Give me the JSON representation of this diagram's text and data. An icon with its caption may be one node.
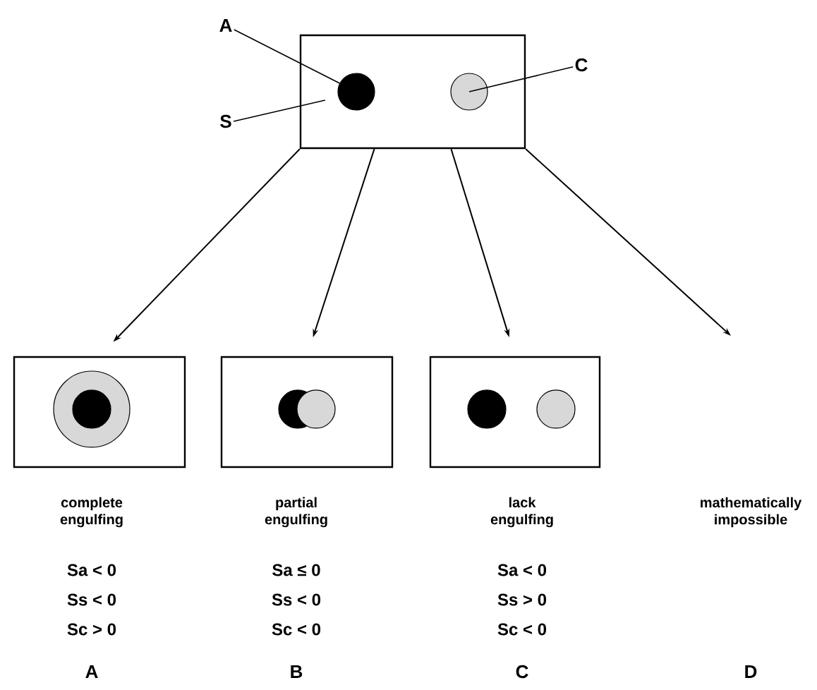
{
  "diagram": {
    "nodes": [
      {
        "text": [],
        "shape": "box"
      },
      {
        "text": [],
        "shape": "circle",
        "in": 0
      },
      {
        "text": [],
        "shape": "circle",
        "in": 0
      },
      {
        "text": [
          "A"
        ]
      },
      {
        "text": [
          "C"
        ]
      },
      {
        "text": [
          "S"
        ]
      },
      {
        "text": [],
        "shape": "box",
        "beside": [
          "complete engulfing",
          "Sa < 0",
          "Ss < 0",
          "Sc > 0",
          "A"
        ]
      },
      {
        "text": [],
        "shape": "box",
        "beside": [
          "partial engulfing",
          "Sa ≤ 0",
          "Ss < 0",
          "Sc < 0",
          "B"
        ]
      },
      {
        "text": [],
        "shape": "box",
        "beside": [
          "lack engulfing",
          "Sa < 0",
          "Ss > 0",
          "Sc < 0",
          "C"
        ]
      }
    ],
    "edges": [
      {
        "from": 3,
        "to": 1,
        "arrow": "none"
      },
      {
        "from": 4,
        "to": 2,
        "arrow": "none"
      },
      {
        "from": 5,
        "to": 0,
        "arrow": "none"
      },
      {
        "from": 0,
        "to": 6,
        "arrow": "to"
      },
      {
        "from": 0,
        "to": 7,
        "arrow": "to"
      },
      {
        "from": 0,
        "to": 8,
        "arrow": "to"
      },
      {
        "from": 0,
        "to": null,
        "arrow": "to"
      }
    ],
    "labels": [
      "mathematically impossible",
      "D"
    ]
  }
}
